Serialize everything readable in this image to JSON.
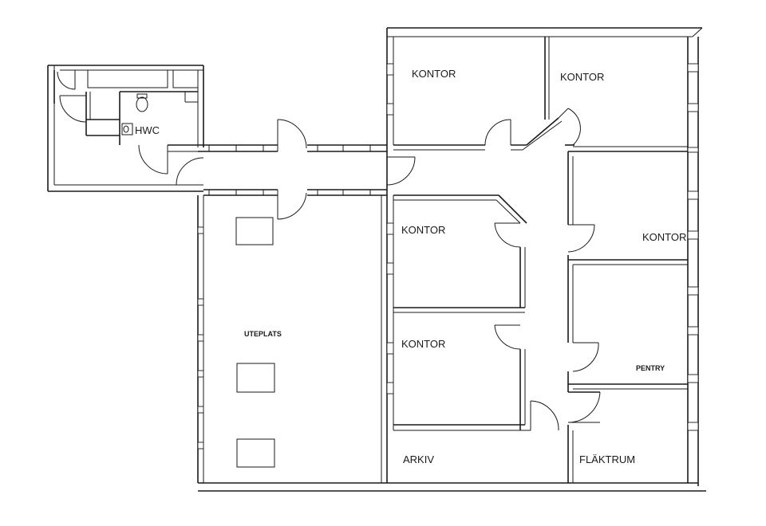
{
  "rooms": {
    "kontor_1": "KONTOR",
    "kontor_2": "KONTOR",
    "kontor_3": "KONTOR",
    "kontor_4": "KONTOR",
    "kontor_5": "KONTOR",
    "hwc": "HWC",
    "uteplats": "UTEPLATS",
    "pentry": "PENTRY",
    "arkiv": "ARKIV",
    "flaktrum": "FLÄKTRUM"
  }
}
